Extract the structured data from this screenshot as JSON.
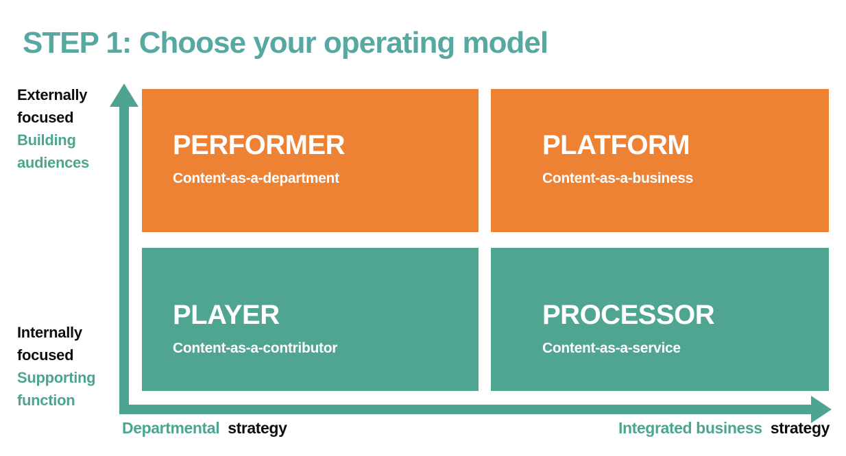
{
  "title": "STEP 1: Choose your operating model",
  "colors": {
    "orange": "#ED8134",
    "teal": "#4FA592",
    "title_teal": "#56A8A1",
    "label_teal": "#4BA590",
    "text_black": "#0D0D0D",
    "quadrant_text": "#FFFFFF"
  },
  "matrix": {
    "y_axis": {
      "high": {
        "black": "Externally focused",
        "teal": "Building audiences"
      },
      "low": {
        "black": "Internally focused",
        "teal": "Supporting function"
      }
    },
    "x_axis": {
      "low": {
        "teal": "Departmental",
        "black": "strategy"
      },
      "high": {
        "teal": "Integrated business",
        "black": "strategy"
      }
    },
    "quadrants": [
      {
        "position": "top-left",
        "title": "PERFORMER",
        "subtitle": "Content-as-a-department",
        "color": "#ED8134"
      },
      {
        "position": "top-right",
        "title": "PLATFORM",
        "subtitle": "Content-as-a-business",
        "color": "#ED8134"
      },
      {
        "position": "bottom-left",
        "title": "PLAYER",
        "subtitle": "Content-as-a-contributor",
        "color": "#4FA592"
      },
      {
        "position": "bottom-right",
        "title": "PROCESSOR",
        "subtitle": "Content-as-a-service",
        "color": "#4FA592"
      }
    ]
  }
}
